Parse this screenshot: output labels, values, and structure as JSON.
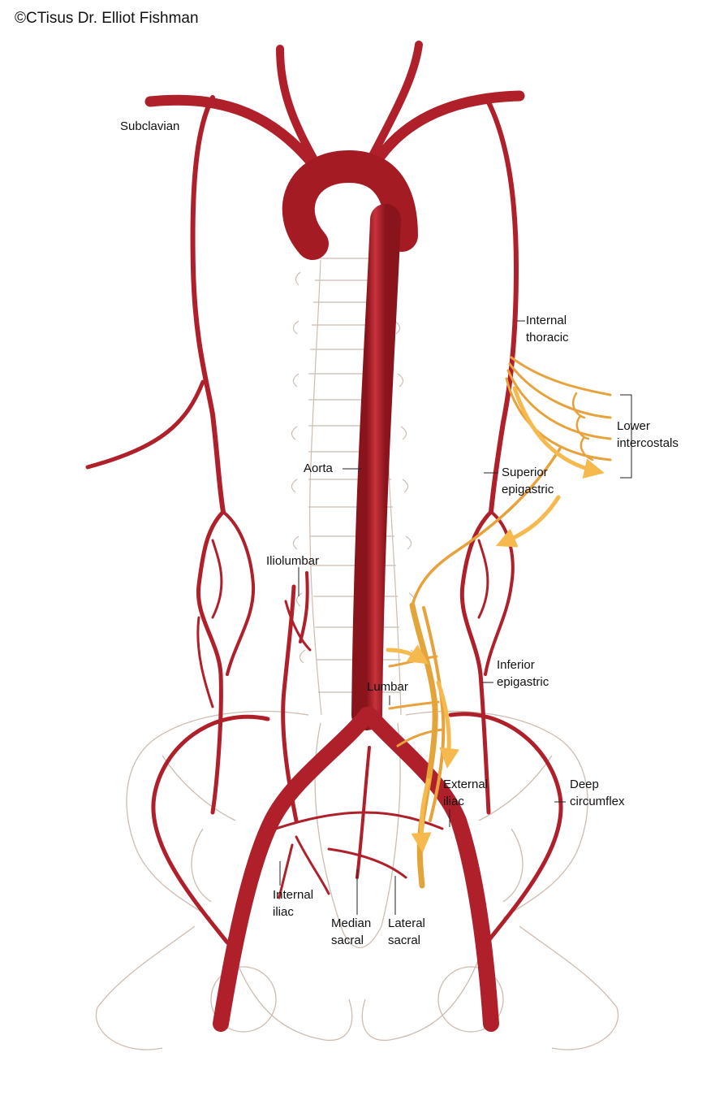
{
  "copyright": "©CTisus Dr. Elliot Fishman",
  "colors": {
    "artery": "#b0202a",
    "artery_dark": "#7e1018",
    "collateral": "#e8a23c",
    "collateral_light": "#f5b94e",
    "bone": "#c9b8aa"
  },
  "labels": {
    "subclavian": "Subclavian",
    "internal_thoracic_1": "Internal",
    "internal_thoracic_2": "thoracic",
    "lower_intercostals_1": "Lower",
    "lower_intercostals_2": "intercostals",
    "aorta": "Aorta",
    "superior_epigastric_1": "Superior",
    "superior_epigastric_2": "epigastric",
    "iliolumbar": "Iliolumbar",
    "inferior_epigastric_1": "Inferior",
    "inferior_epigastric_2": "epigastric",
    "lumbar": "Lumbar",
    "external_iliac_1": "External",
    "external_iliac_2": "iliac",
    "deep_circumflex_1": "Deep",
    "deep_circumflex_2": "circumflex",
    "internal_iliac_1": "Internal",
    "internal_iliac_2": "iliac",
    "median_sacral_1": "Median",
    "median_sacral_2": "sacral",
    "lateral_sacral_1": "Lateral",
    "lateral_sacral_2": "sacral"
  }
}
